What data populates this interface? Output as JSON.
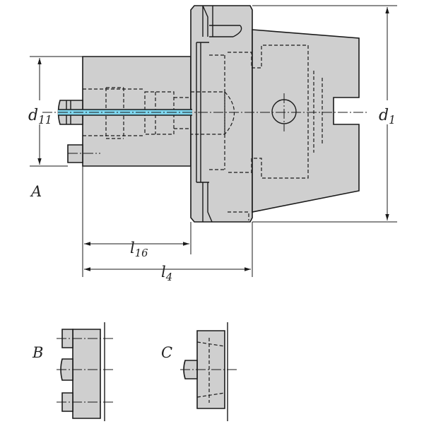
{
  "labels": {
    "d11": "d11",
    "d1": "d1",
    "l16": "l16",
    "l4": "l4",
    "A": "A",
    "B": "B",
    "C": "C"
  },
  "colors": {
    "coolant_channel": "#7fd6ee",
    "body_fill": "#cfcfcf",
    "line": "#1a1a1a"
  }
}
